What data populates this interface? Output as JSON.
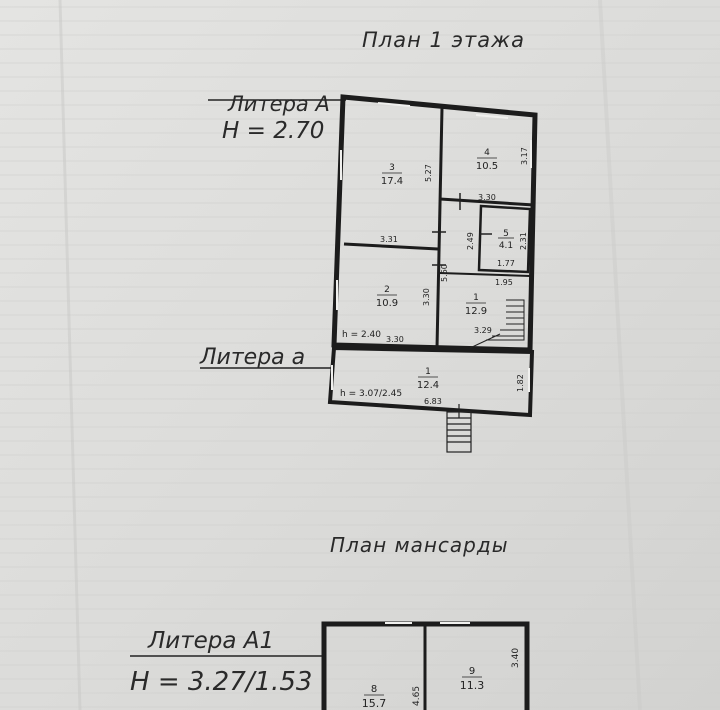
{
  "plans": {
    "first_floor_title": "План 1 этажа",
    "attic_title": "План мансарды"
  },
  "liters": {
    "a_label": "Литера А",
    "a_height": "H = 2.70",
    "a_small_label": "Литера а",
    "a1_label": "Литера А1",
    "a1_height": "H = 3.27/1.53"
  },
  "rooms": [
    {
      "num": "3",
      "area": "17.4"
    },
    {
      "num": "4",
      "area": "10.5"
    },
    {
      "num": "5",
      "area": "4.1"
    },
    {
      "num": "2",
      "area": "10.9"
    },
    {
      "num": "1",
      "area": "12.9"
    },
    {
      "num": "1",
      "area": "12.4"
    },
    {
      "num": "8",
      "area": "15.7"
    },
    {
      "num": "9",
      "area": "11.3"
    }
  ],
  "dimensions": {
    "d527": "5.27",
    "d317": "3.17",
    "d330a": "3.30",
    "d331": "3.31",
    "d249": "2.49",
    "d231": "2.31",
    "d177": "1.77",
    "d195": "1.95",
    "d560": "5.60",
    "d330b": "3.30",
    "d329": "3.29",
    "d330c": "3.30",
    "d182": "1.82",
    "d683": "6.83",
    "d465": "4.65",
    "d340": "3.40"
  },
  "heights": {
    "h240": "h = 2.40",
    "h307": "h = 3.07/2.45"
  }
}
